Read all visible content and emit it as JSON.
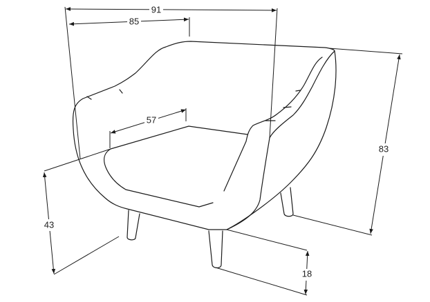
{
  "diagram": {
    "subject": "armchair",
    "unit": "cm",
    "dimensions": {
      "overall_width": "91",
      "back_width": "85",
      "seat_depth": "57",
      "overall_height": "83",
      "seat_height": "43",
      "leg_height": "18"
    }
  },
  "colors": {
    "line": "#1a1a1a",
    "background": "#ffffff"
  }
}
